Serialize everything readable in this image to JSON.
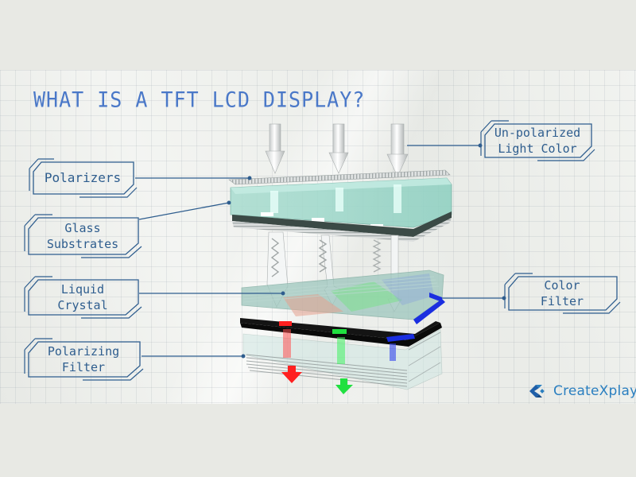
{
  "title": "WHAT IS A TFT LCD DISPLAY?",
  "labels": {
    "polarizers": "Polarizers",
    "glass_substrates_line1": "Glass",
    "glass_substrates_line2": "Substrates",
    "liquid_crystal_line1": "Liquid",
    "liquid_crystal_line2": "Crystal",
    "polarizing_filter_line1": "Polarizing",
    "polarizing_filter_line2": "Filter",
    "unpolarized_line1": "Un-polarized",
    "unpolarized_line2": "Light Color",
    "color_filter_line1": "Color",
    "color_filter_line2": "Filter"
  },
  "brand": {
    "name": "CreateXplay",
    "icon": "createxplay-logo-icon"
  },
  "colors": {
    "title": "#4a78c8",
    "label_text": "#2e5d8e",
    "frame": "#2e5d8e",
    "glass": "#9fd3c8",
    "red": "#ff2020",
    "green": "#20e040",
    "blue": "#1a2ee0",
    "background": "#e8e9e4"
  }
}
